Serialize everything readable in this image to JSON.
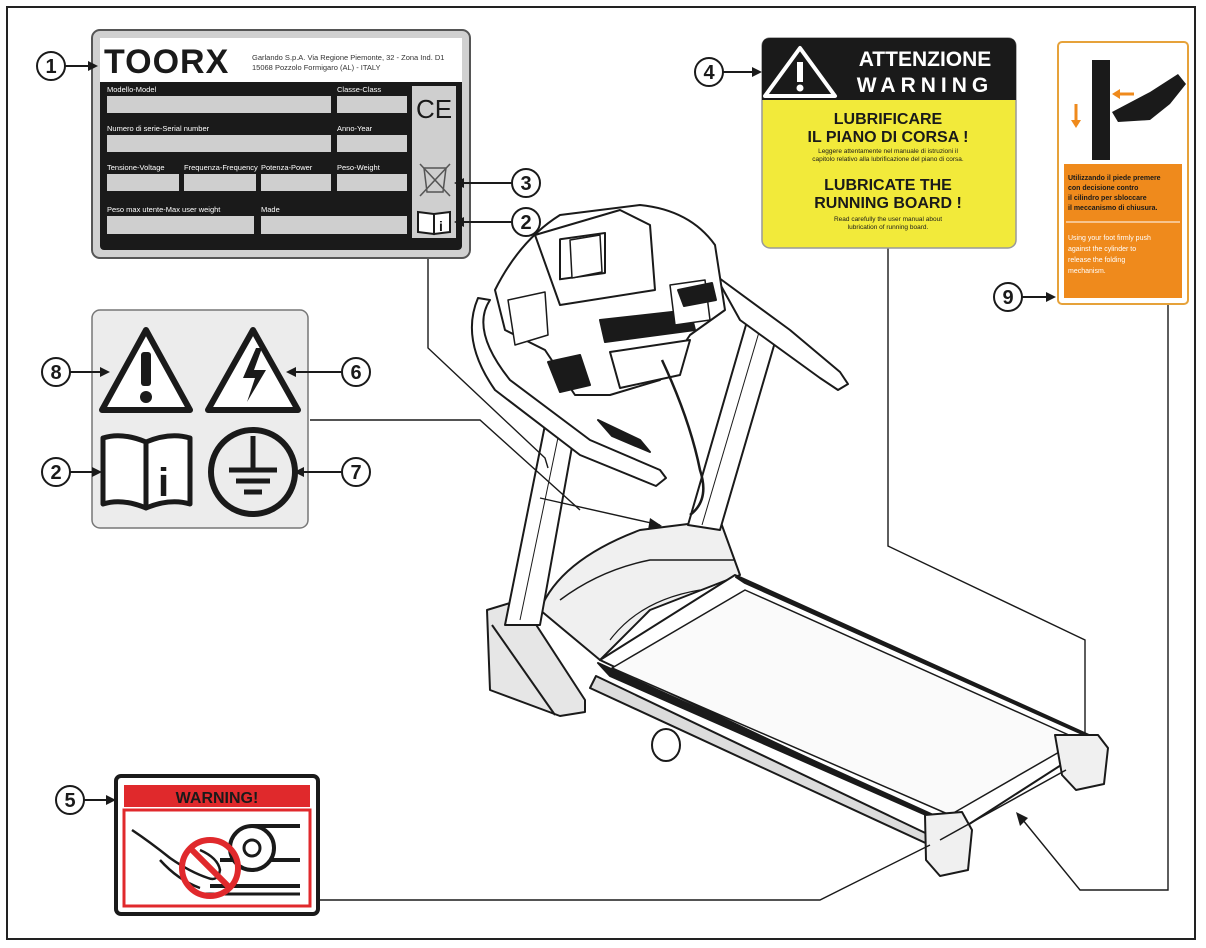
{
  "callouts": {
    "c1": "1",
    "c2a": "2",
    "c2b": "2",
    "c3": "3",
    "c4": "4",
    "c5": "5",
    "c6": "6",
    "c7": "7",
    "c8": "8",
    "c9": "9"
  },
  "label1": {
    "brand": "TOORX",
    "company_line1": "Garlando S.p.A. Via Regione Piemonte, 32 - Zona Ind. D1",
    "company_line2": "15068 Pozzolo Formigaro (AL) - ITALY",
    "field_model": "Modello-Model",
    "field_class": "Classe-Class",
    "field_serial": "Numero di serie-Serial number",
    "field_year": "Anno-Year",
    "field_voltage": "Tensione-Voltage",
    "field_frequency": "Frequenza-Frequency",
    "field_power": "Potenza-Power",
    "field_weight": "Peso-Weight",
    "field_max_user": "Peso max utente-Max user weight",
    "field_made": "Made",
    "ce_mark": "CE"
  },
  "label4": {
    "title_it": "ATTENZIONE",
    "title_en": "WARNING",
    "head_it_1": "LUBRIFICARE",
    "head_it_2": "IL PIANO DI CORSA !",
    "body_it_1": "Leggere attentamente nel manuale di istruzioni il",
    "body_it_2": "capitolo relativo alla lubrificazione del piano di corsa.",
    "head_en_1": "LUBRICATE THE",
    "head_en_2": "RUNNING BOARD !",
    "body_en_1": "Read carefully the user manual about",
    "body_en_2": "lubrication of running board."
  },
  "label5": {
    "title": "WARNING!"
  },
  "label9": {
    "it_1": "Utilizzando il piede premere",
    "it_2": "con decisione contro",
    "it_3": "il cilindro per sbloccare",
    "it_4": "il meccanismo di chiusura.",
    "en_1": "Using your foot firmly push",
    "en_2": "against the cylinder to",
    "en_3": "release the folding",
    "en_4": "mechanism."
  },
  "colors": {
    "warning_yellow": "#f2ea3a",
    "warning_orange": "#ef8a1c",
    "warning_red": "#e0292c",
    "label_gray": "#d8d8d8",
    "ink": "#1a1a1a"
  },
  "icons": [
    "exclamation-warning-icon",
    "electric-shock-icon",
    "manual-info-icon",
    "earth-ground-icon",
    "weee-bin-icon",
    "ce-mark-icon",
    "no-hand-roller-icon",
    "foot-release-icon"
  ]
}
